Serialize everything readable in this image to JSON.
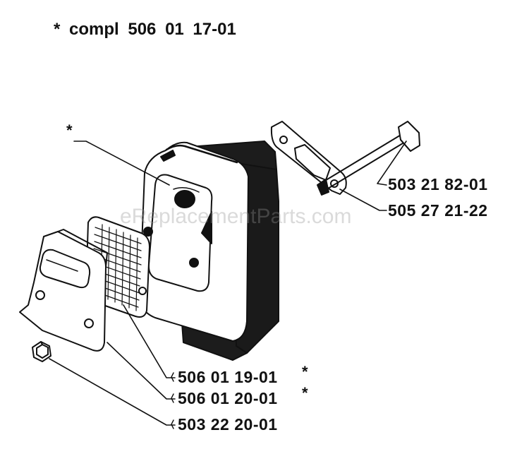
{
  "header": {
    "compl_label": "* compl 506 01 17-01"
  },
  "callouts": [
    {
      "part": "503 21 82-01",
      "star": ""
    },
    {
      "part": "505 27 21-22",
      "star": ""
    },
    {
      "part": "506 01 19-01",
      "star": "*"
    },
    {
      "part": "506 01 20-01",
      "star": "*"
    },
    {
      "part": "503 22 20-01",
      "star": ""
    }
  ],
  "assembly_marker": "*",
  "watermark": "eReplacementParts.com",
  "colors": {
    "ink": "#111111",
    "body_dark": "#1c1c1c",
    "paper": "#ffffff"
  }
}
